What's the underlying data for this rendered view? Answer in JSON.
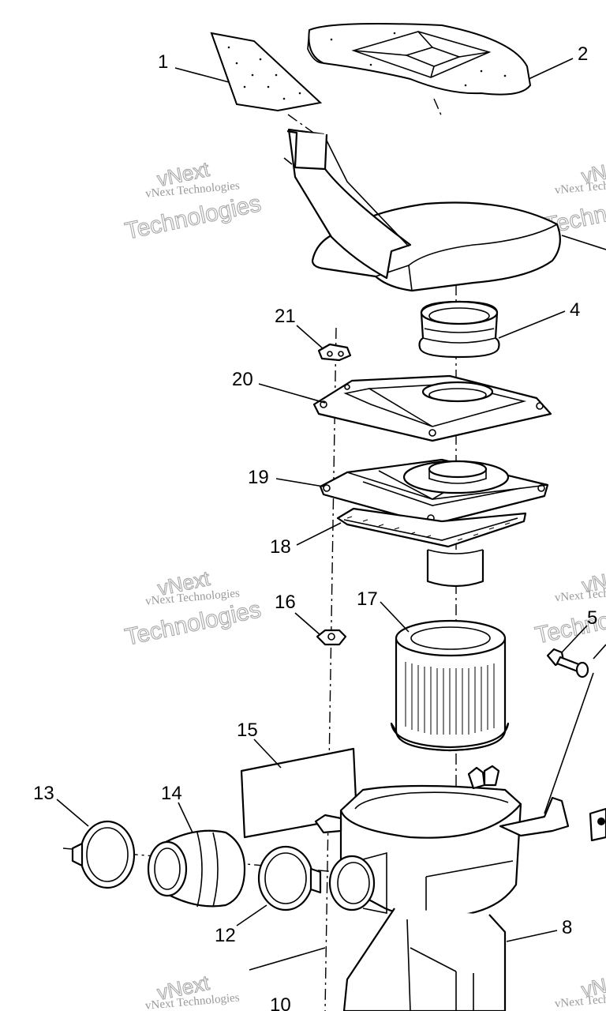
{
  "callouts": [
    "1",
    "2",
    "4",
    "21",
    "20",
    "19",
    "18",
    "16",
    "17",
    "5",
    "15",
    "13",
    "14",
    "12",
    "8",
    "10"
  ],
  "watermark": {
    "line1": "vNext",
    "line2": "vNext Technologies",
    "line3": "Technologies"
  }
}
